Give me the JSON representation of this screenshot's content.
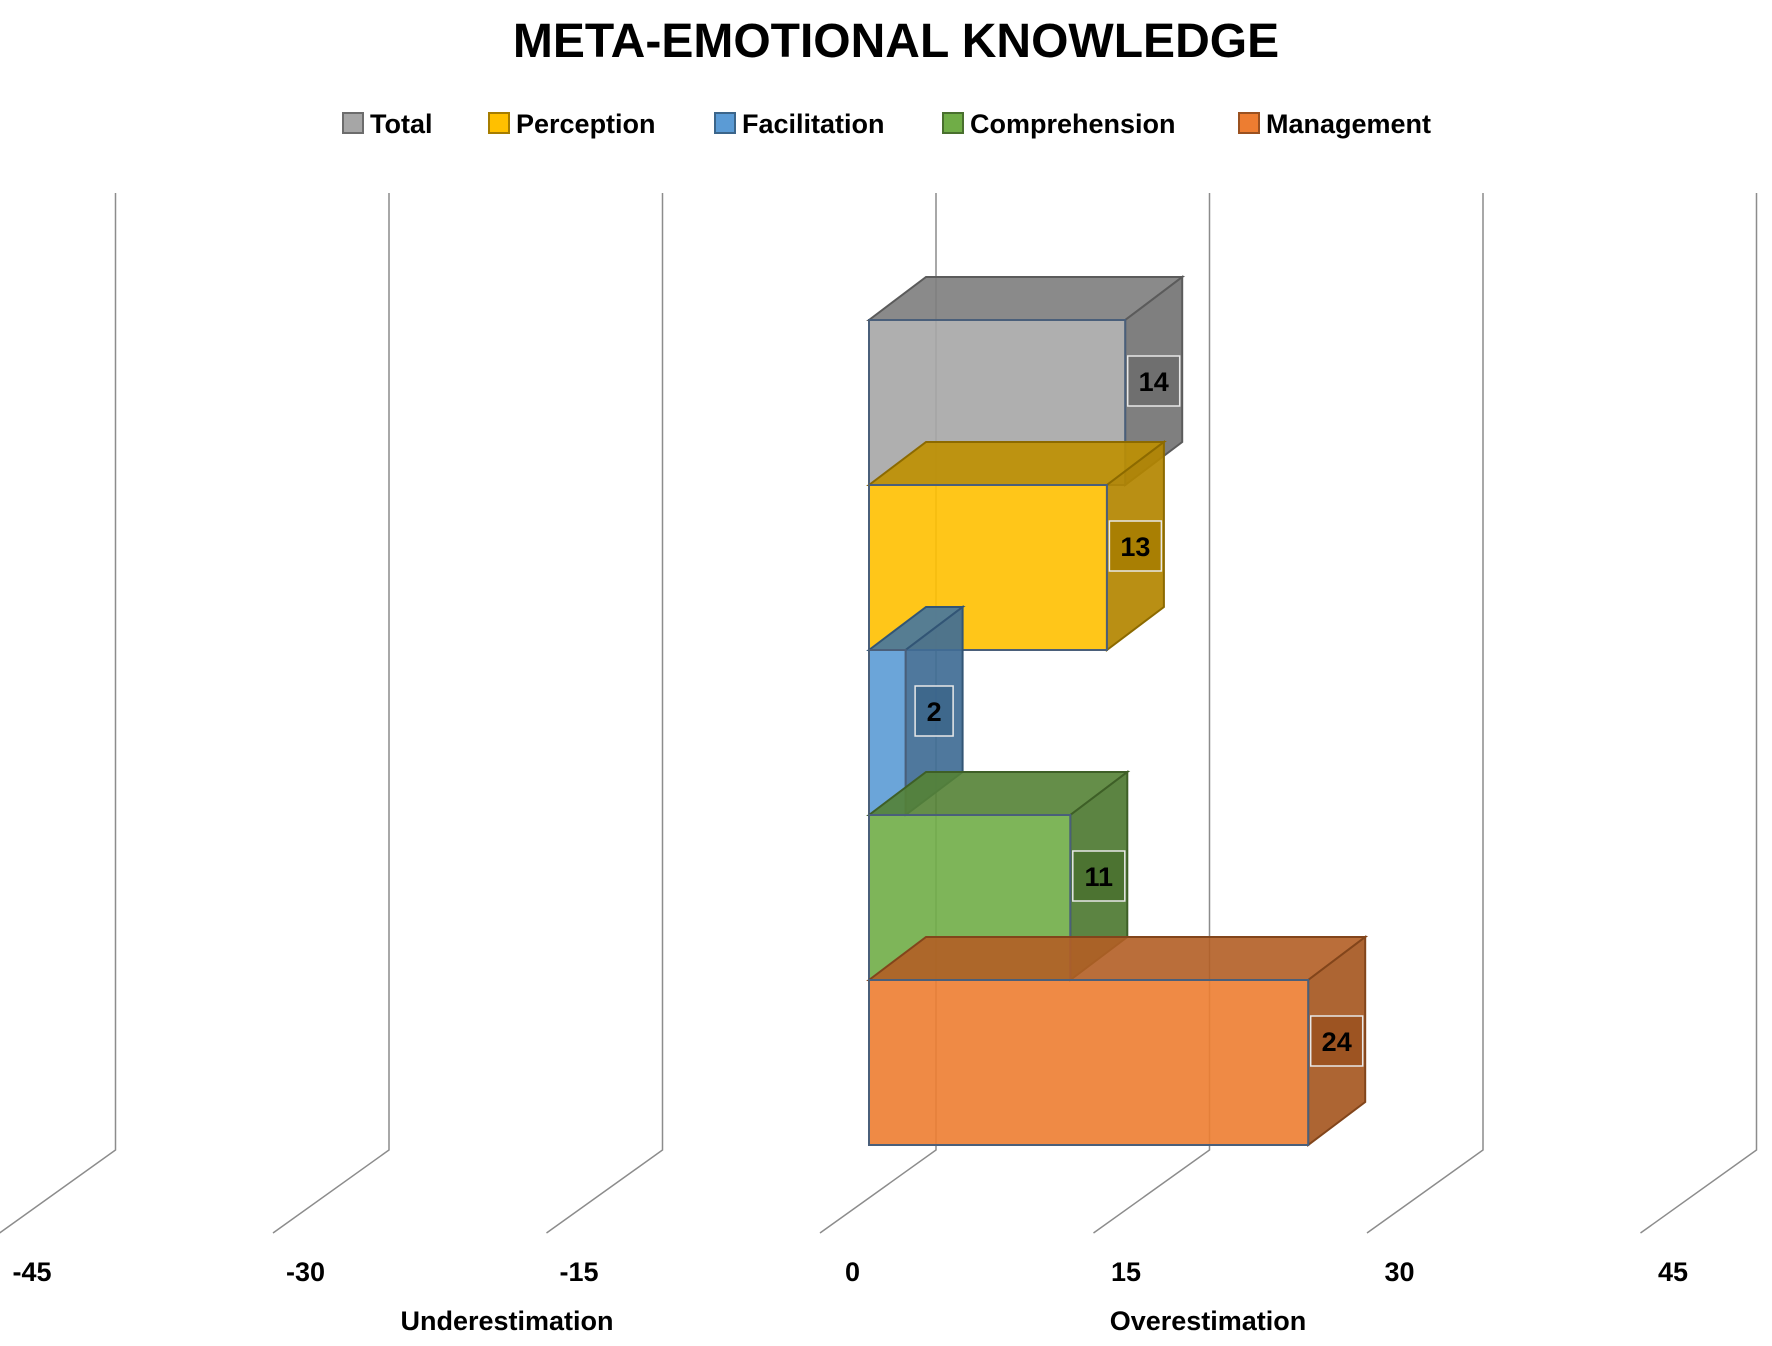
{
  "chart_data": {
    "type": "bar",
    "orientation": "horizontal",
    "style": "3d",
    "title": "META-EMOTIONAL KNOWLEDGE",
    "legend_position": "top",
    "series": [
      {
        "name": "Total",
        "value": 14,
        "color": "#a6a6a6"
      },
      {
        "name": "Perception",
        "value": 13,
        "color": "#ffc000"
      },
      {
        "name": "Facilitation",
        "value": 2,
        "color": "#5b9bd5"
      },
      {
        "name": "Comprehension",
        "value": 11,
        "color": "#70ad47"
      },
      {
        "name": "Management",
        "value": 24,
        "color": "#ed7d31"
      }
    ],
    "x_ticks": [
      "-45",
      "-30",
      "-15",
      "0",
      "15",
      "30",
      "45"
    ],
    "x_tick_values": [
      -45,
      -30,
      -15,
      0,
      15,
      30,
      45
    ],
    "xlim": [
      -45,
      45
    ],
    "x_side_labels": {
      "left": "Underestimation",
      "right": "Overestimation"
    },
    "grid": true
  }
}
